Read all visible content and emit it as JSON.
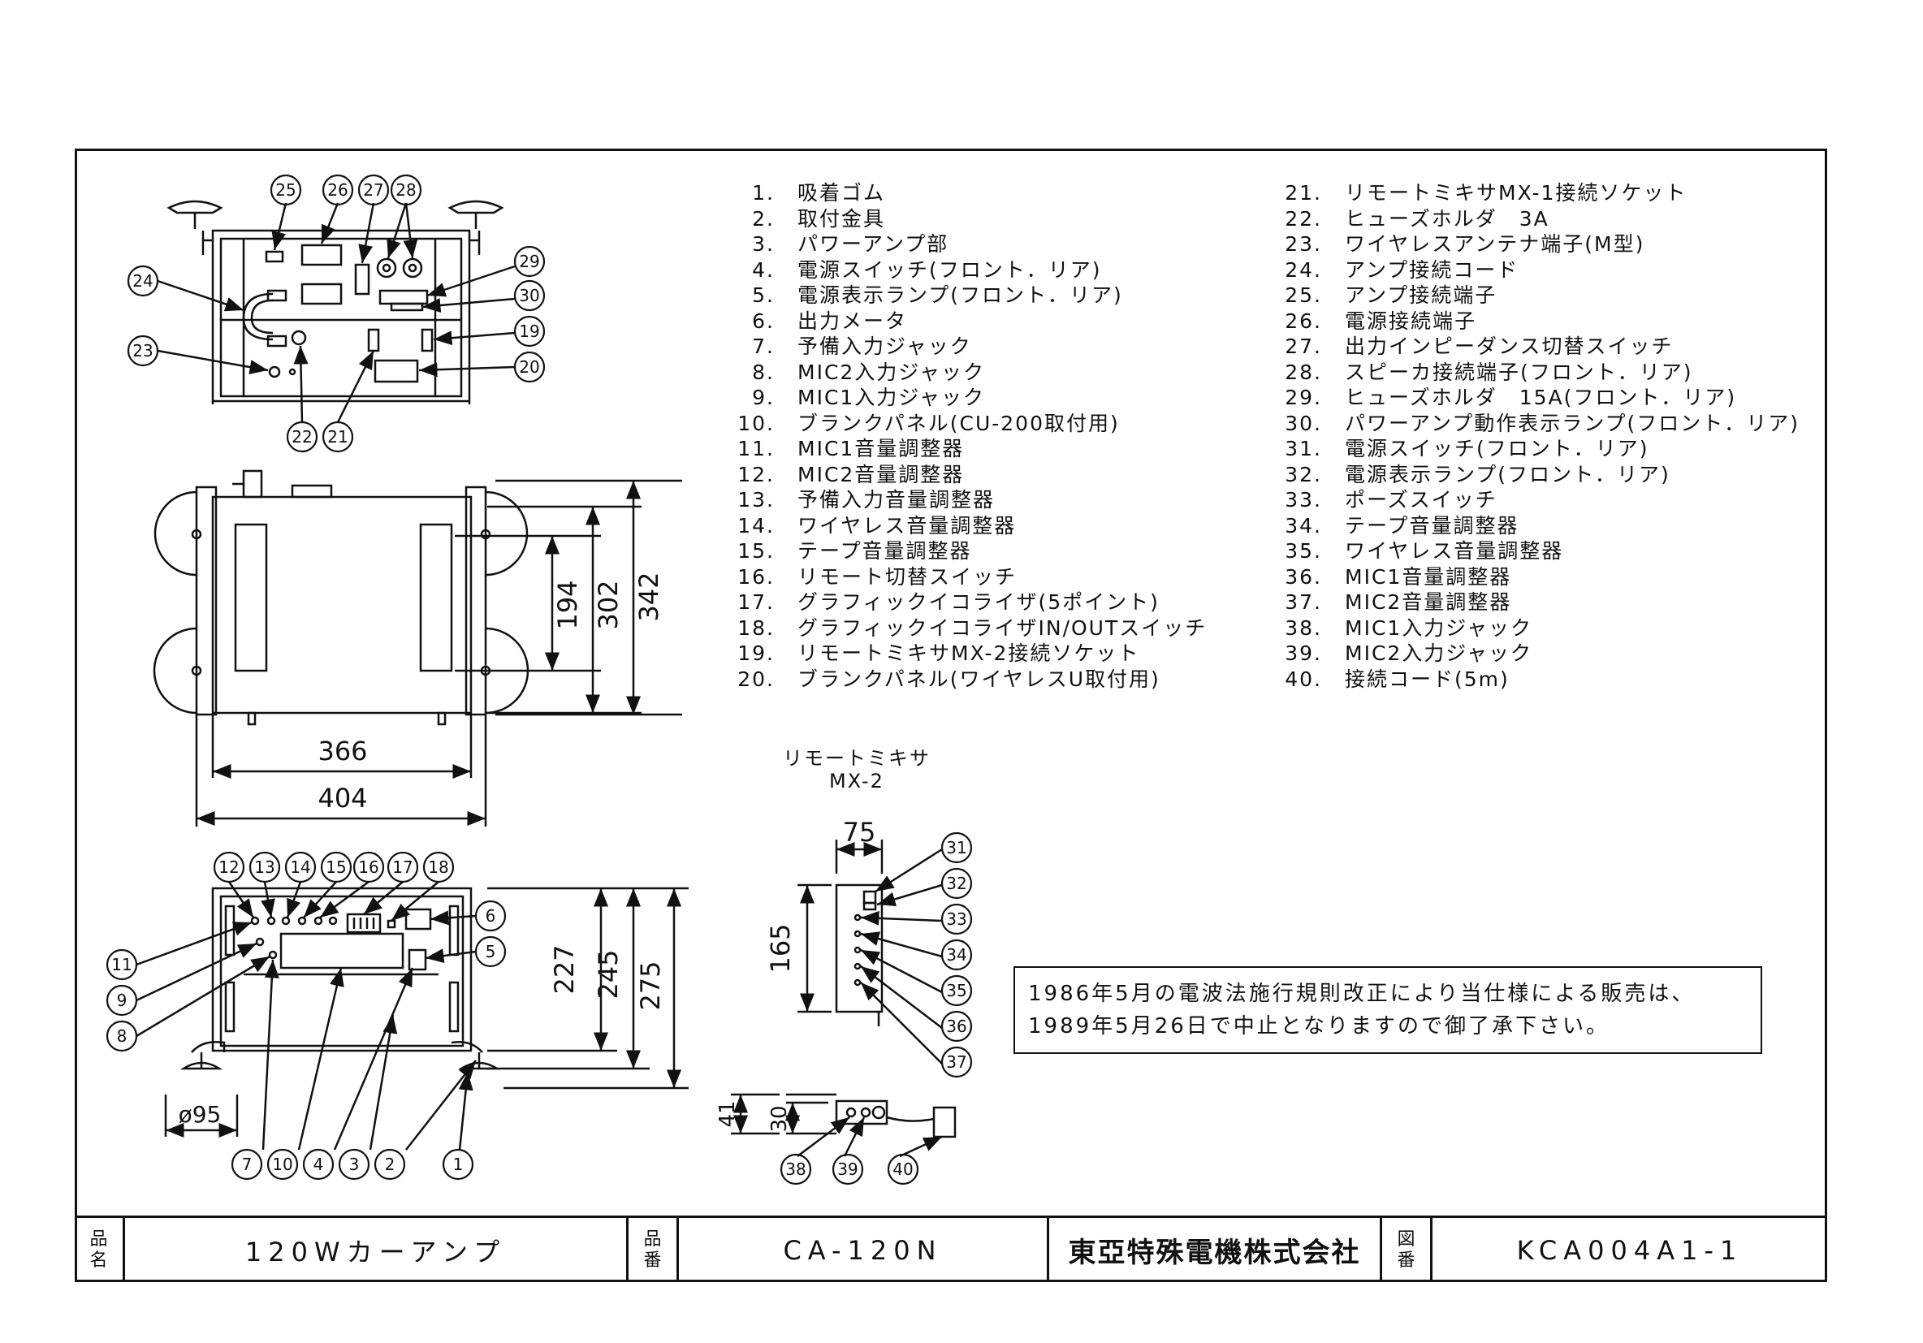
{
  "legend_left": [
    {
      "n": "1.",
      "label": "吸着ゴム"
    },
    {
      "n": "2.",
      "label": "取付金具"
    },
    {
      "n": "3.",
      "label": "パワーアンプ部"
    },
    {
      "n": "4.",
      "label": "電源スイッチ(フロント．リア)"
    },
    {
      "n": "5.",
      "label": "電源表示ランプ(フロント．リア)"
    },
    {
      "n": "6.",
      "label": "出力メータ"
    },
    {
      "n": "7.",
      "label": "予備入力ジャック"
    },
    {
      "n": "8.",
      "label": "MIC2入力ジャック"
    },
    {
      "n": "9.",
      "label": "MIC1入力ジャック"
    },
    {
      "n": "10.",
      "label": "ブランクパネル(CU-200取付用)"
    },
    {
      "n": "11.",
      "label": "MIC1音量調整器"
    },
    {
      "n": "12.",
      "label": "MIC2音量調整器"
    },
    {
      "n": "13.",
      "label": "予備入力音量調整器"
    },
    {
      "n": "14.",
      "label": "ワイヤレス音量調整器"
    },
    {
      "n": "15.",
      "label": "テープ音量調整器"
    },
    {
      "n": "16.",
      "label": "リモート切替スイッチ"
    },
    {
      "n": "17.",
      "label": "グラフィックイコライザ(5ポイント)"
    },
    {
      "n": "18.",
      "label": "グラフィックイコライザIN/OUTスイッチ"
    },
    {
      "n": "19.",
      "label": "リモートミキサMX-2接続ソケット"
    },
    {
      "n": "20.",
      "label": "ブランクパネル(ワイヤレスU取付用)"
    }
  ],
  "legend_right": [
    {
      "n": "21.",
      "label": "リモートミキサMX-1接続ソケット"
    },
    {
      "n": "22.",
      "label": "ヒューズホルダ　3A"
    },
    {
      "n": "23.",
      "label": "ワイヤレスアンテナ端子(M型)"
    },
    {
      "n": "24.",
      "label": "アンプ接続コード"
    },
    {
      "n": "25.",
      "label": "アンプ接続端子"
    },
    {
      "n": "26.",
      "label": "電源接続端子"
    },
    {
      "n": "27.",
      "label": "出力インピーダンス切替スイッチ"
    },
    {
      "n": "28.",
      "label": "スピーカ接続端子(フロント．リア)"
    },
    {
      "n": "29.",
      "label": "ヒューズホルダ　15A(フロント．リア)"
    },
    {
      "n": "30.",
      "label": "パワーアンプ動作表示ランプ(フロント．リア)"
    },
    {
      "n": "31.",
      "label": "電源スイッチ(フロント．リア)"
    },
    {
      "n": "32.",
      "label": "電源表示ランプ(フロント．リア)"
    },
    {
      "n": "33.",
      "label": "ポーズスイッチ"
    },
    {
      "n": "34.",
      "label": "テープ音量調整器"
    },
    {
      "n": "35.",
      "label": "ワイヤレス音量調整器"
    },
    {
      "n": "36.",
      "label": "MIC1音量調整器"
    },
    {
      "n": "37.",
      "label": "MIC2音量調整器"
    },
    {
      "n": "38.",
      "label": "MIC1入力ジャック"
    },
    {
      "n": "39.",
      "label": "MIC2入力ジャック"
    },
    {
      "n": "40.",
      "label": "接続コード(5m)"
    }
  ],
  "dimensions": {
    "d194": "194",
    "d302": "302",
    "d342": "342",
    "d366": "366",
    "d404": "404",
    "d227": "227",
    "d245": "245",
    "d275": "275",
    "d95": "ø95",
    "d75": "75",
    "d165": "165",
    "d41": "41",
    "d30": "30"
  },
  "callouts": {
    "top": [
      "25",
      "26",
      "27",
      "28",
      "29",
      "30",
      "24",
      "19",
      "23",
      "20",
      "22",
      "21"
    ],
    "front": [
      "12",
      "13",
      "14",
      "15",
      "16",
      "17",
      "18",
      "6",
      "5",
      "11",
      "9",
      "8",
      "7",
      "10",
      "4",
      "3",
      "2",
      "1"
    ],
    "mixer": [
      "31",
      "32",
      "33",
      "34",
      "35",
      "36",
      "37",
      "38",
      "39",
      "40"
    ]
  },
  "mixer_label": {
    "line1": "リモートミキサ",
    "line2": "MX-2"
  },
  "notice": {
    "line1": "1986年5月の電波法施行規則改正により当仕様による販売は、",
    "line2": "1989年5月26日で中止となりますので御了承下さい。"
  },
  "titleblock": {
    "name_label": [
      "品",
      "名"
    ],
    "name_value": "120Wカーアンプ",
    "number_label": [
      "品",
      "番"
    ],
    "number_value": "CA-120N",
    "company": "東亞特殊電機株式会社",
    "drawing_label": [
      "図",
      "番"
    ],
    "drawing_value": "KCA004A1-1"
  }
}
